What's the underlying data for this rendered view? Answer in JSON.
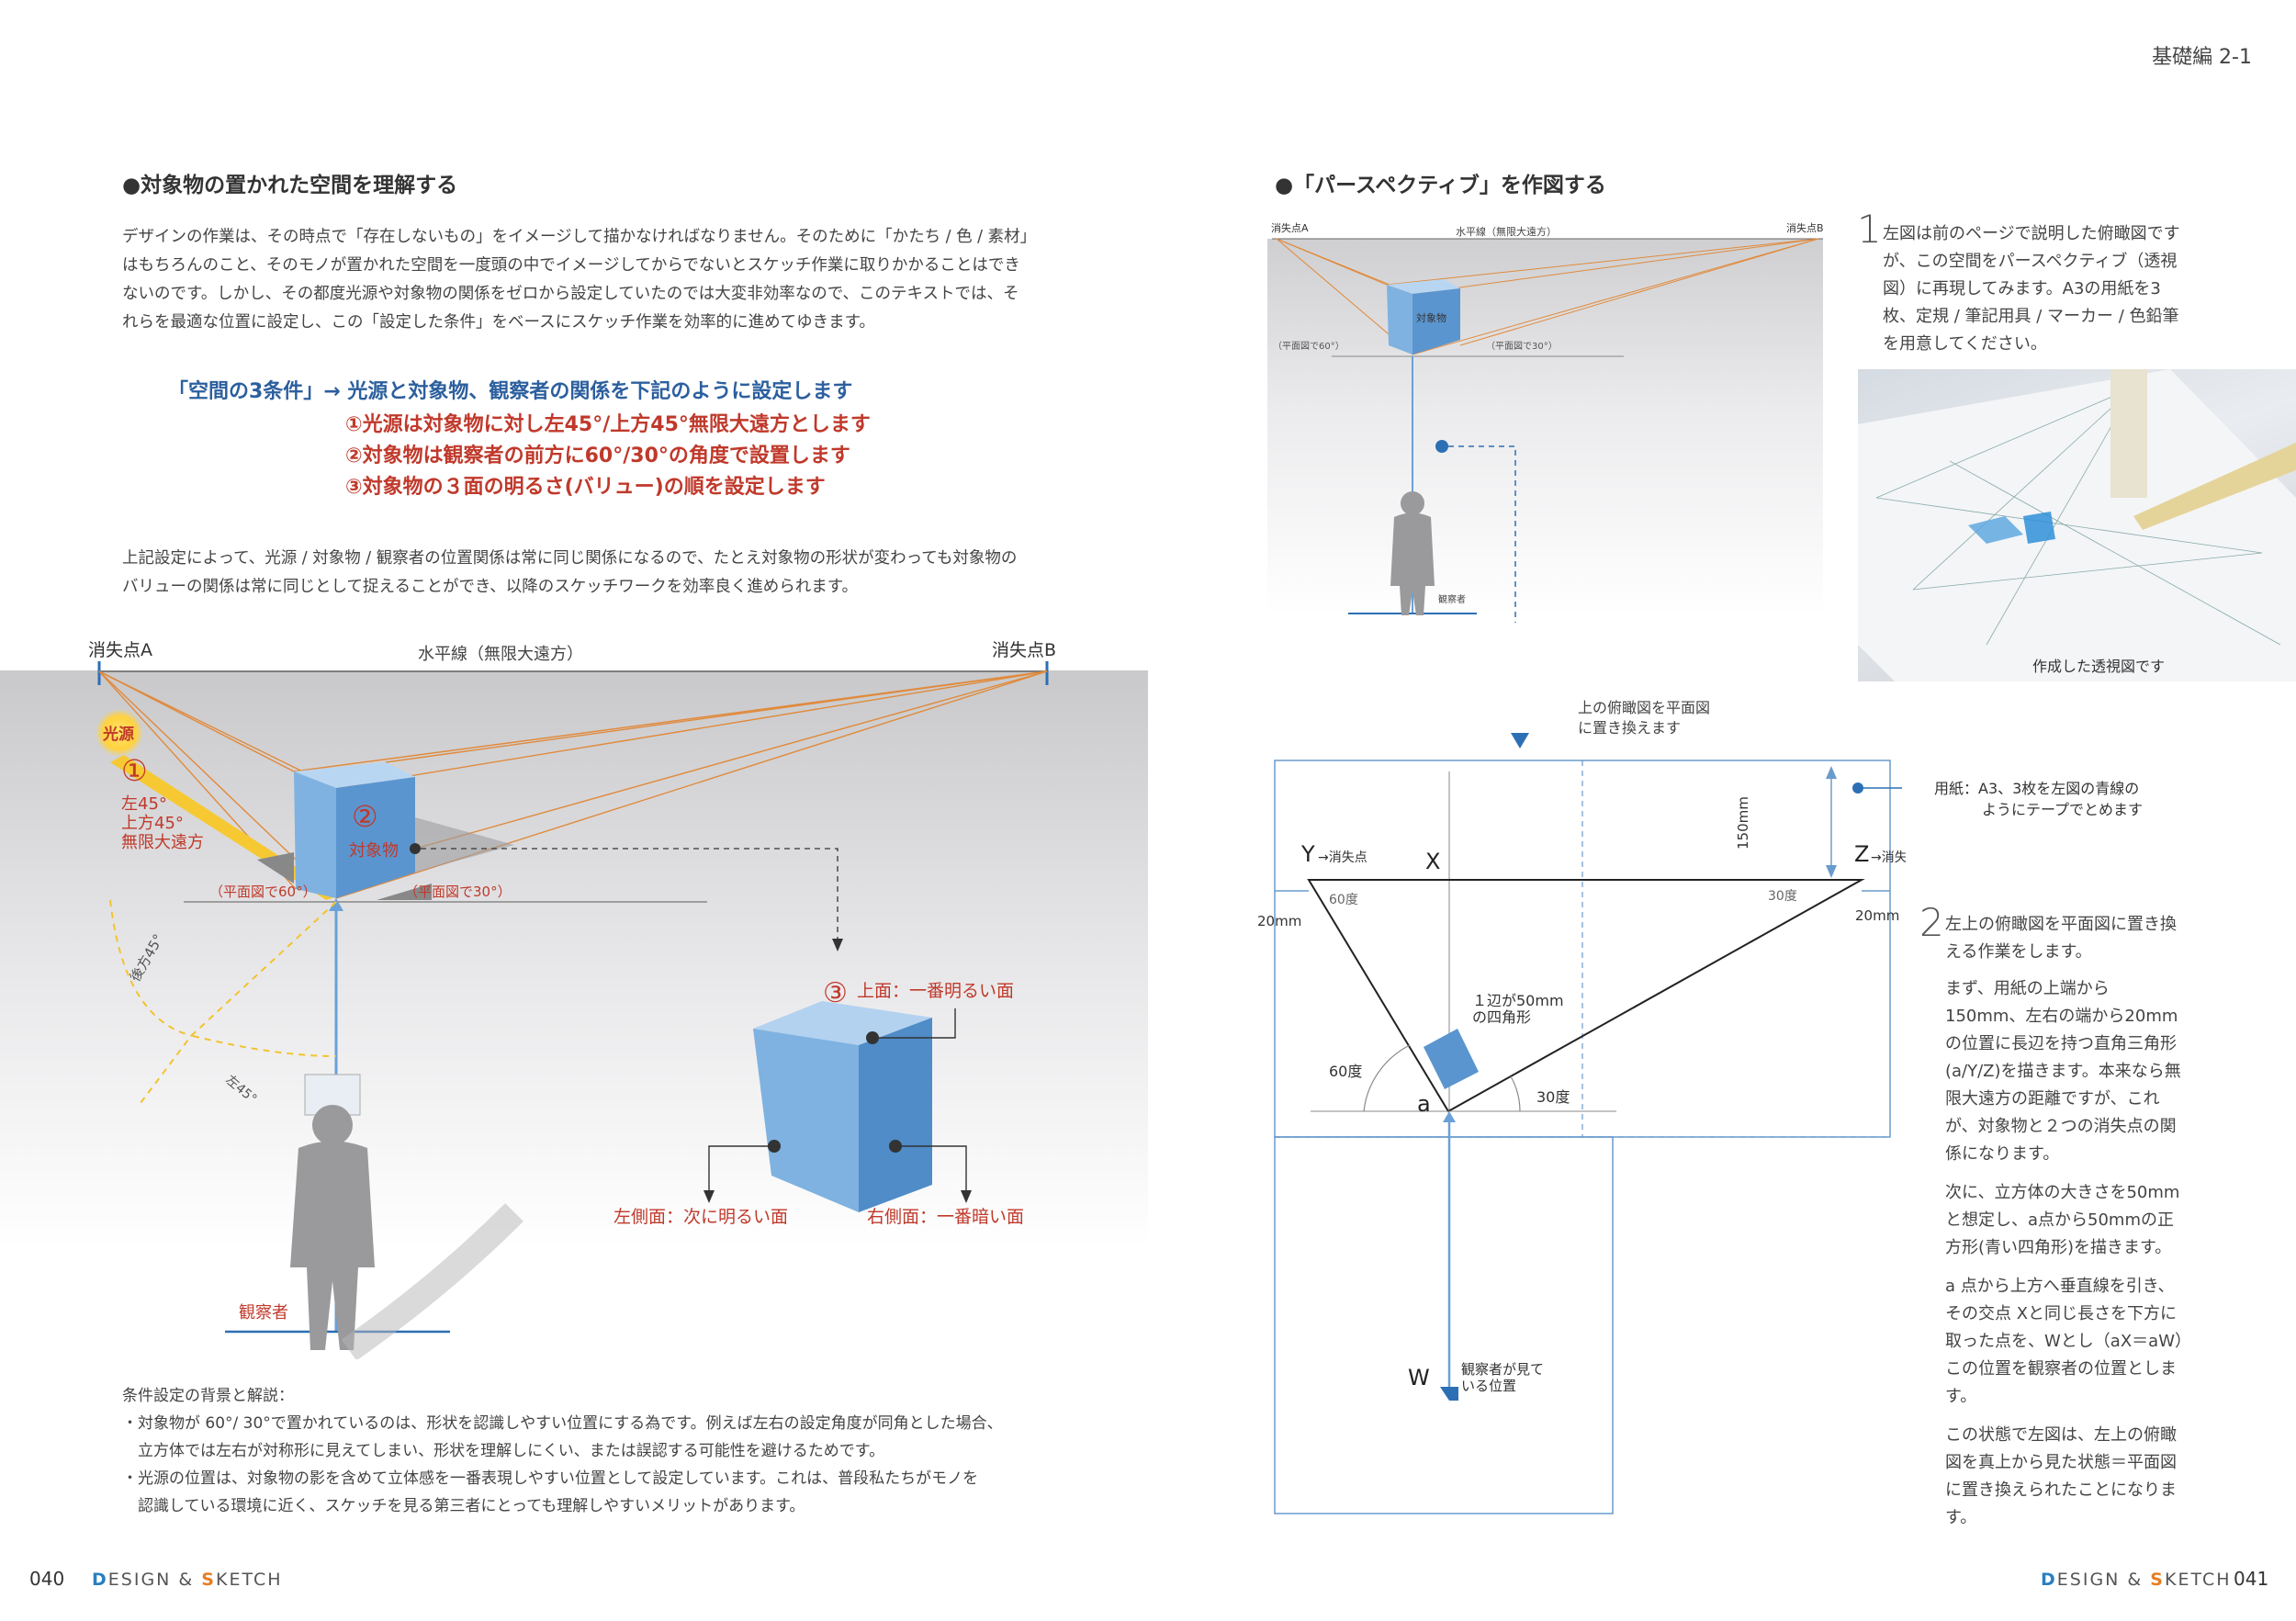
{
  "header": {
    "section_tag": "基礎編 2-1"
  },
  "left": {
    "section_title": "●対象物の置かれた空間を理解する",
    "intro": "デザインの作業は、その時点で「存在しないもの」をイメージして描かなければなりません。そのために「かたち / 色 / 素材」はもちろんのこと、そのモノが置かれた空間を一度頭の中でイメージしてからでないとスケッチ作業に取りかかることはできないのです。しかし、その都度光源や対象物の関係をゼロから設定していたのでは大変非効率なので、このテキストでは、それらを最適な位置に設定し、この「設定した条件」をベースにスケッチ作業を効率的に進めてゆきます。",
    "conditions_heading": "「空間の3条件」→ 光源と対象物、観察者の関係を下記のように設定します",
    "conditions": [
      "①光源は対象物に対し左45°/上方45°無限大遠方とします",
      "②対象物は観察者の前方に60°/30°の角度で設置します",
      "③対象物の３面の明るさ(バリュー)の順を設定します"
    ],
    "summary": "上記設定によって、光源 / 対象物 / 観察者の位置関係は常に同じ関係になるので、たとえ対象物の形状が変わっても対象物のバリューの関係は常に同じとして捉えることができ、以降のスケッチワークを効率良く進められます。",
    "diagram": {
      "vp_a": "消失点A",
      "vp_b": "消失点B",
      "horizon": "水平線（無限大遠方）",
      "light_badge": "光源",
      "light_num": "①",
      "light_desc": [
        "左45°",
        "上方45°",
        "無限大遠方"
      ],
      "object_num": "②",
      "object_label": "対象物",
      "plan_60": "（平面図で60°）",
      "plan_30": "（平面図で30°）",
      "back45": "後方45°",
      "left45": "左45°",
      "observer": "観察者",
      "top_num": "③",
      "top_face": "上面：一番明るい面",
      "left_face": "左側面：次に明るい面",
      "right_face": "右側面：一番暗い面"
    },
    "notes_title": "条件設定の背景と解説：",
    "notes": [
      "・対象物が 60°/ 30°で置かれているのは、形状を認識しやすい位置にする為です。例えば左右の設定角度が同角とした場合、",
      "　立方体では左右が対称形に見えてしまい、形状を理解しにくい、または誤認する可能性を避けるためです。",
      "・光源の位置は、対象物の影を含めて立体感を一番表現しやすい位置として設定しています。これは、普段私たちがモノを",
      "　認識している環境に近く、スケッチを見る第三者にとっても理解しやすいメリットがあります。"
    ],
    "page_number": "040",
    "footer": {
      "d": "D",
      "esign": "ESIGN",
      "amp": " & ",
      "s": "S",
      "ketch": "KETCH"
    }
  },
  "right": {
    "section_title": "●「パースペクティブ」を作図する",
    "mini": {
      "vp_a": "消失点A",
      "vp_b": "消失点B",
      "horizon": "水平線（無限大遠方）",
      "object": "対象物",
      "plan60": "（平面図で60°）",
      "plan30": "（平面図で30°）",
      "observer": "観察者"
    },
    "step1_num": "1",
    "step1_text": "左図は前のページで説明した俯瞰図ですが、この空間をパースペクティブ（透視図）に再現してみます。A3の用紙を3枚、定規 / 筆記用具 / マーカー / 色鉛筆を用意してください。",
    "photo_caption": "作成した透視図です",
    "replace_note": [
      "上の俯瞰図を平面図",
      "に置き換えます"
    ],
    "paper_note": [
      "用紙：A3、3枚を左図の青線の",
      "ようにテープでとめます"
    ],
    "plan": {
      "y_label": "Y",
      "y_vp": "→消失点",
      "x_label": "X",
      "z_label": "Z",
      "z_vp": "→消失点",
      "dim150": "150mm",
      "dim20_left": "20mm",
      "dim20_right": "20mm",
      "angle60_top": "60度",
      "angle30_top": "30度",
      "square_note": [
        "１辺が50mm",
        "の四角形"
      ],
      "angle60": "60度",
      "angle30": "30度",
      "a_label": "a",
      "w_label": "W",
      "observer_note": [
        "観察者が見て",
        "いる位置"
      ]
    },
    "step2_num": "2",
    "step2_text": "左上の俯瞰図を平面図に置き換える作業をします。",
    "step2_paras": [
      "まず、用紙の上端から150mm、左右の端から20mmの位置に長辺を持つ直角三角形(a/Y/Z)を描きます。本来なら無限大遠方の距離ですが、これが、対象物と２つの消失点の関係になります。",
      "次に、立方体の大きさを50mmと想定し、a点から50mmの正方形(青い四角形)を描きます。",
      "a 点から上方へ垂直線を引き、その交点 Xと同じ長さを下方に取った点を、Wとし（aX＝aW）この位置を観察者の位置とします。",
      "この状態で左図は、左上の俯瞰図を真上から見た状態＝平面図に置き換えられたことになります。"
    ],
    "page_number": "041",
    "footer": {
      "d": "D",
      "esign": "ESIGN",
      "amp": " & ",
      "s": "S",
      "ketch": "KETCH"
    }
  }
}
